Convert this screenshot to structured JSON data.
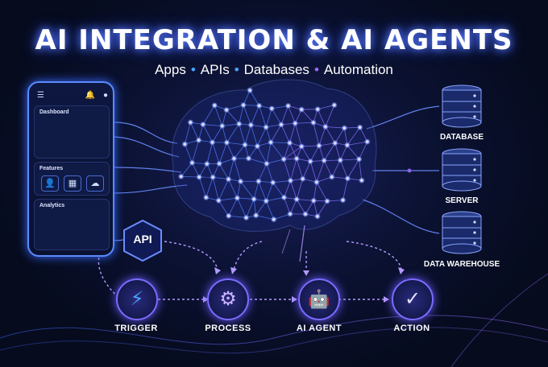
{
  "header": {
    "title": "AI INTEGRATION & AI AGENTS",
    "subtitle_items": [
      "Apps",
      "APIs",
      "Databases",
      "Automation"
    ]
  },
  "phone": {
    "menu_icon": "menu-icon",
    "bell_icon": "bell-icon",
    "user_icon": "user-icon",
    "dashboard_title": "Dashboard",
    "features_title": "Features",
    "analytics_title": "Analytics",
    "feature_icons": [
      "user-icon",
      "grid-icon",
      "cloud-icon"
    ]
  },
  "api": {
    "label": "API"
  },
  "steps": [
    {
      "label": "TRIGGER",
      "icon": "lightning-icon"
    },
    {
      "label": "PROCESS",
      "icon": "gear-icon"
    },
    {
      "label": "AI AGENT",
      "icon": "robot-icon"
    },
    {
      "label": "ACTION",
      "icon": "check-icon"
    }
  ],
  "stores": [
    {
      "label": "DATABASE"
    },
    {
      "label": "SERVER"
    },
    {
      "label": "DATA WAREHOUSE"
    }
  ],
  "colors": {
    "background": "#060b1e",
    "accent_blue": "#4aa3ff",
    "accent_violet": "#9a6bff",
    "glow": "#5a7dff"
  }
}
